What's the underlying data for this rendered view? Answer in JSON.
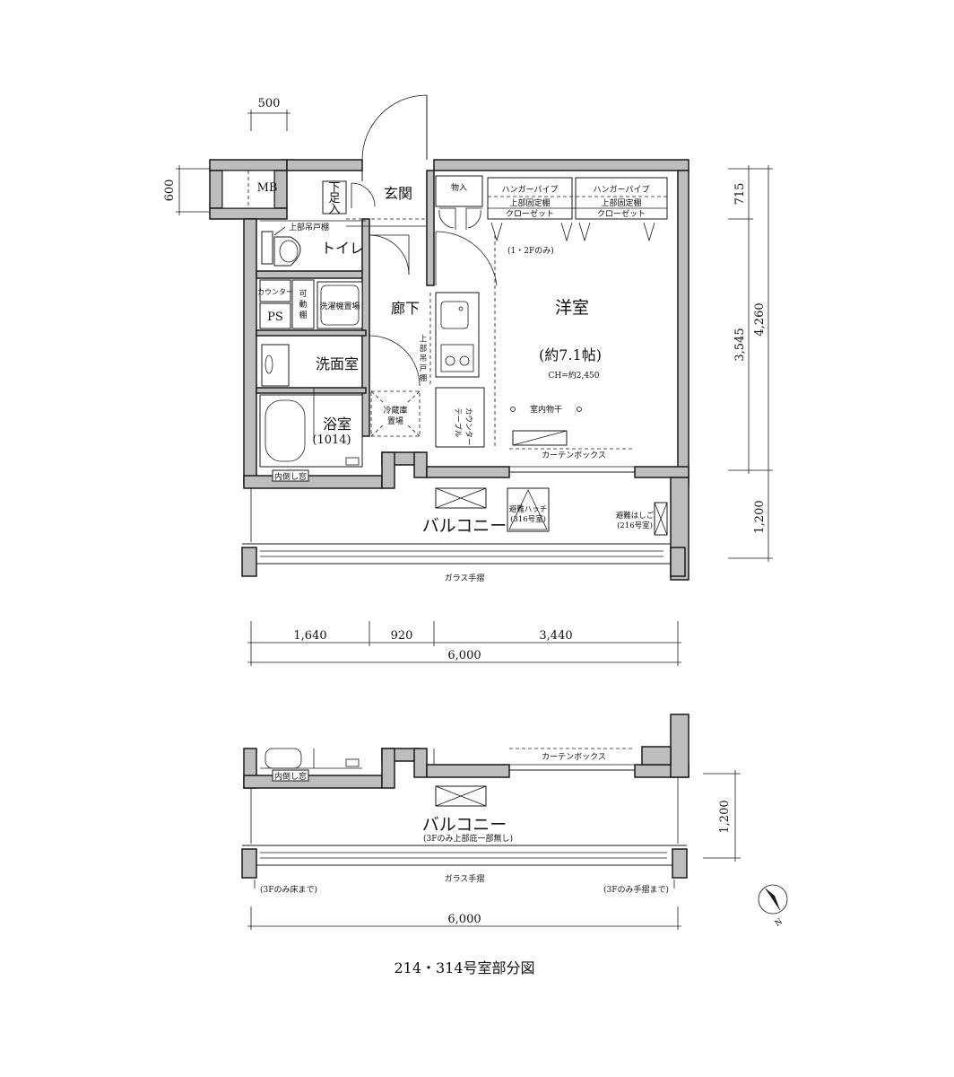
{
  "dimensions": {
    "top_500": "500",
    "left_600": "600",
    "right_715": "715",
    "right_3545": "3,545",
    "right_4260": "4,260",
    "right_1200": "1,200",
    "bottom_1640": "1,640",
    "bottom_920": "920",
    "bottom_3440": "3,440",
    "bottom_6000": "6,000",
    "lower_right_1200": "1,200",
    "lower_bottom_6000": "6,000"
  },
  "rooms": {
    "mb": "MB",
    "genkan": "玄関",
    "shitagesoku_1": "下",
    "shitagesoku_2": "足",
    "shitagesoku_3": "入",
    "monoire": "物入",
    "hanger_1": "ハンガーパイプ",
    "fixed_shelf_1": "上部固定棚",
    "closet_1": "クローゼット",
    "hanger_2": "ハンガーパイプ",
    "fixed_shelf_2": "上部固定棚",
    "closet_2": "クローゼット",
    "upper_cabinet": "上部吊戸棚",
    "toilet": "トイレ",
    "floor_note": "(1・2Fのみ)",
    "counter": "カウンター",
    "movable_shelf_1": "可",
    "movable_shelf_2": "動",
    "movable_shelf_3": "棚",
    "washer": "洗濯機置場",
    "ps": "PS",
    "corridor": "廊下",
    "kitchen_upper_1": "上",
    "kitchen_upper_2": "部",
    "kitchen_upper_3": "吊",
    "kitchen_upper_4": "戸",
    "kitchen_upper_5": "棚",
    "western_room": "洋室",
    "area": "(約7.1帖)",
    "ceiling": "CH=約2,450",
    "senmen": "洗面室",
    "fridge_1": "冷蔵庫",
    "fridge_2": "置場",
    "counter_table_1": "カウンター",
    "counter_table_2": "テーブル",
    "indoor_dry": "室内物干",
    "bath": "浴室",
    "bath_size": "(1014)",
    "curtain_box": "カーテンボックス",
    "inner_window": "内倒し窓",
    "balcony": "バルコニー",
    "hatch_1": "避難ハッチ",
    "hatch_2": "(316号室)",
    "ladder_1": "避難はしご",
    "ladder_2": "(216号室)",
    "glass_rail": "ガラス手摺"
  },
  "lower": {
    "curtain_box": "カーテンボックス",
    "inner_window": "内倒し窓",
    "balcony": "バルコニー",
    "balcony_note": "(3Fのみ上部庇一部無し)",
    "glass_rail": "ガラス手摺",
    "left_note": "(3Fのみ床まで)",
    "right_note": "(3Fのみ手摺まで)"
  },
  "compass": "N",
  "caption": "214・314号室部分図"
}
